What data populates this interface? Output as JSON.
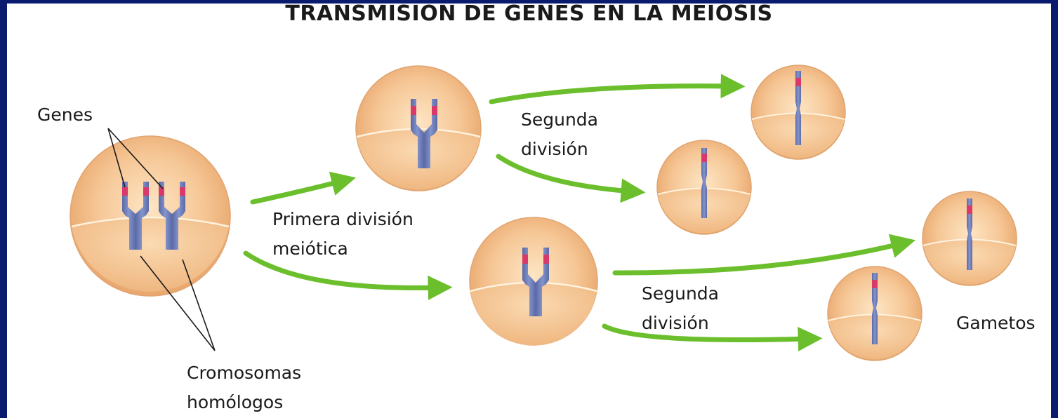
{
  "title": "TRANSMISIÓN DE GENES EN LA MEIOSIS",
  "labels": {
    "genes": "Genes",
    "primera_line1": "Primera división",
    "primera_line2": "meiótica",
    "segunda_top_line1": "Segunda",
    "segunda_top_line2": "división",
    "segunda_bottom_line1": "Segunda",
    "segunda_bottom_line2": "división",
    "cromosomas_line1": "Cromosomas",
    "cromosomas_line2": "homólogos",
    "gametos": "Gametos"
  },
  "colors": {
    "frame": "#0a1a6e",
    "cell_fill": "#f6c796",
    "cell_shade": "#e2a06a",
    "chromosome": "#6f7fb6",
    "gene_band": "#d9386a",
    "arrow": "#6cbf2c"
  }
}
